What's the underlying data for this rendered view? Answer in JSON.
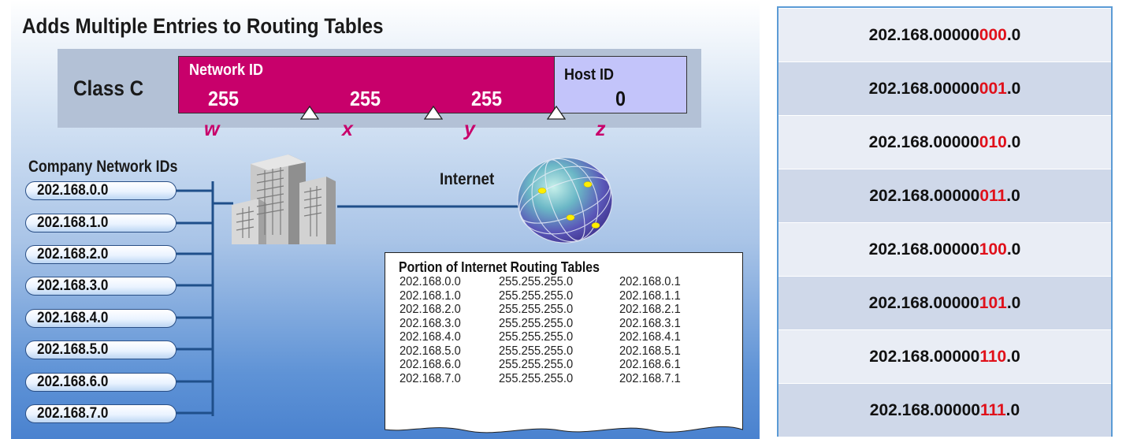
{
  "slide": {
    "title": "Adds Multiple Entries to Routing Tables",
    "class_label": "Class C",
    "network_id_label": "Network ID",
    "host_id_label": "Host ID",
    "octets": [
      "255",
      "255",
      "255",
      "0"
    ],
    "octet_letters": [
      "w",
      "x",
      "y",
      "z"
    ],
    "company_title": "Company Network IDs",
    "company_ids": [
      "202.168.0.0",
      "202.168.1.0",
      "202.168.2.0",
      "202.168.3.0",
      "202.168.4.0",
      "202.168.5.0",
      "202.168.6.0",
      "202.168.7.0"
    ],
    "internet_label": "Internet",
    "routing_table": {
      "title": "Portion of Internet Routing Tables",
      "rows": [
        [
          "202.168.0.0",
          "255.255.255.0",
          "202.168.0.1"
        ],
        [
          "202.168.1.0",
          "255.255.255.0",
          "202.168.1.1"
        ],
        [
          "202.168.2.0",
          "255.255.255.0",
          "202.168.2.1"
        ],
        [
          "202.168.3.0",
          "255.255.255.0",
          "202.168.3.1"
        ],
        [
          "202.168.4.0",
          "255.255.255.0",
          "202.168.4.1"
        ],
        [
          "202.168.5.0",
          "255.255.255.0",
          "202.168.5.1"
        ],
        [
          "202.168.6.0",
          "255.255.255.0",
          "202.168.6.1"
        ],
        [
          "202.168.7.0",
          "255.255.255.0",
          "202.168.7.1"
        ]
      ]
    },
    "icons": [
      "building-icon",
      "globe-icon"
    ],
    "colors": {
      "network_id": "#c8006b",
      "host_id": "#c3c4fa",
      "highlight_bits": "#e0101a"
    }
  },
  "table": {
    "rows": [
      {
        "prefix": "202.168.00000",
        "bits": "000",
        "suffix": ".0"
      },
      {
        "prefix": "202.168.00000",
        "bits": "001",
        "suffix": ".0"
      },
      {
        "prefix": "202.168.00000",
        "bits": "010",
        "suffix": ".0"
      },
      {
        "prefix": "202.168.00000",
        "bits": "011",
        "suffix": ".0"
      },
      {
        "prefix": "202.168.00000",
        "bits": "100",
        "suffix": ".0"
      },
      {
        "prefix": "202.168.00000",
        "bits": "101",
        "suffix": ".0"
      },
      {
        "prefix": "202.168.00000",
        "bits": "110",
        "suffix": ".0"
      },
      {
        "prefix": "202.168.00000",
        "bits": "111",
        "suffix": ".0"
      }
    ]
  }
}
